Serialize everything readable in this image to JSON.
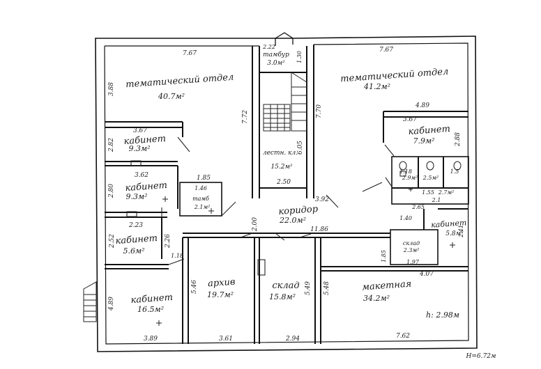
{
  "rooms": {
    "thematic_left": {
      "name": "тематический отдел",
      "area": "40.7м²"
    },
    "thematic_right": {
      "name": "тематический отдел",
      "area": "41.2м²"
    },
    "tambur": {
      "name": "тамбур",
      "area": "3.0м²"
    },
    "stair": {
      "name": "лестн. кл.",
      "area": "15.2м²"
    },
    "office_1": {
      "name": "кабинет",
      "area": "9.3м²"
    },
    "office_2": {
      "name": "кабинет",
      "area": "9.3м²"
    },
    "office_3": {
      "name": "кабинет",
      "area": "5.6м²"
    },
    "office_4": {
      "name": "кабинет",
      "area": "16.5м²"
    },
    "office_right": {
      "name": "кабинет",
      "area": "7.9м²"
    },
    "office_small": {
      "name": "кабинет",
      "area": "5.8м²"
    },
    "corridor": {
      "name": "коридор",
      "area": "22.0м²"
    },
    "archive": {
      "name": "архив",
      "area": "19.7м²"
    },
    "store_1": {
      "name": "склад",
      "area": "15.8м²"
    },
    "store_2": {
      "name": "склад",
      "area": "2.3м²"
    },
    "model": {
      "name": "макетная",
      "area": "34.2м²"
    },
    "closet": {
      "name": "тамб",
      "area": "2.1м²"
    },
    "wc_1": {
      "name": "",
      "area": "2.9м²"
    },
    "wc_2": {
      "name": "",
      "area": "2.5м²"
    },
    "wc_3": {
      "name": "",
      "area": "2.7м²"
    }
  },
  "dimensions": {
    "top_left_width": "7.67",
    "top_right_width": "7.67",
    "tambur_width": "2.22",
    "tambur_depth": "1.30",
    "left_height": "3.88",
    "mid_wall_left": "7.72",
    "mid_wall_right": "7.70",
    "stair_depth": "6.05",
    "stair_width": "2.50",
    "office1_width": "3.67",
    "office1_height": "2.82",
    "office2_width": "3.62",
    "office2_height": "2.80",
    "office3_width": "2.23",
    "office3_height_l": "2.52",
    "office3_height_r": "2.26",
    "closet_width": "1.85",
    "closet_depth": "1.46",
    "corridor_length": "3.92",
    "corridor_width": "2.00",
    "corridor_bottom": "11.86",
    "right_office_width": "3.67",
    "right_block": "4.89",
    "right_block_h": "2.88",
    "wc_w1": "1.18",
    "wc_w2": "1.5",
    "wc_w3": "1.55",
    "wc_h": "2.1",
    "small_off_w": "2.65",
    "small_off_h": "1.40",
    "door_dim": "1.18",
    "store_h1": "1.85",
    "store_w": "1.97",
    "right_off_small": "2.41",
    "model_top": "4.07",
    "left_bottom_h": "4.89",
    "archive_h": "5.46",
    "store1_h": "5.49",
    "model_h": "5.48",
    "bottom_1": "3.89",
    "bottom_2": "3.61",
    "bottom_3": "2.94",
    "bottom_4": "7.62",
    "ceiling": "h: 2.98м",
    "height_mark": "Н=6.72м"
  }
}
